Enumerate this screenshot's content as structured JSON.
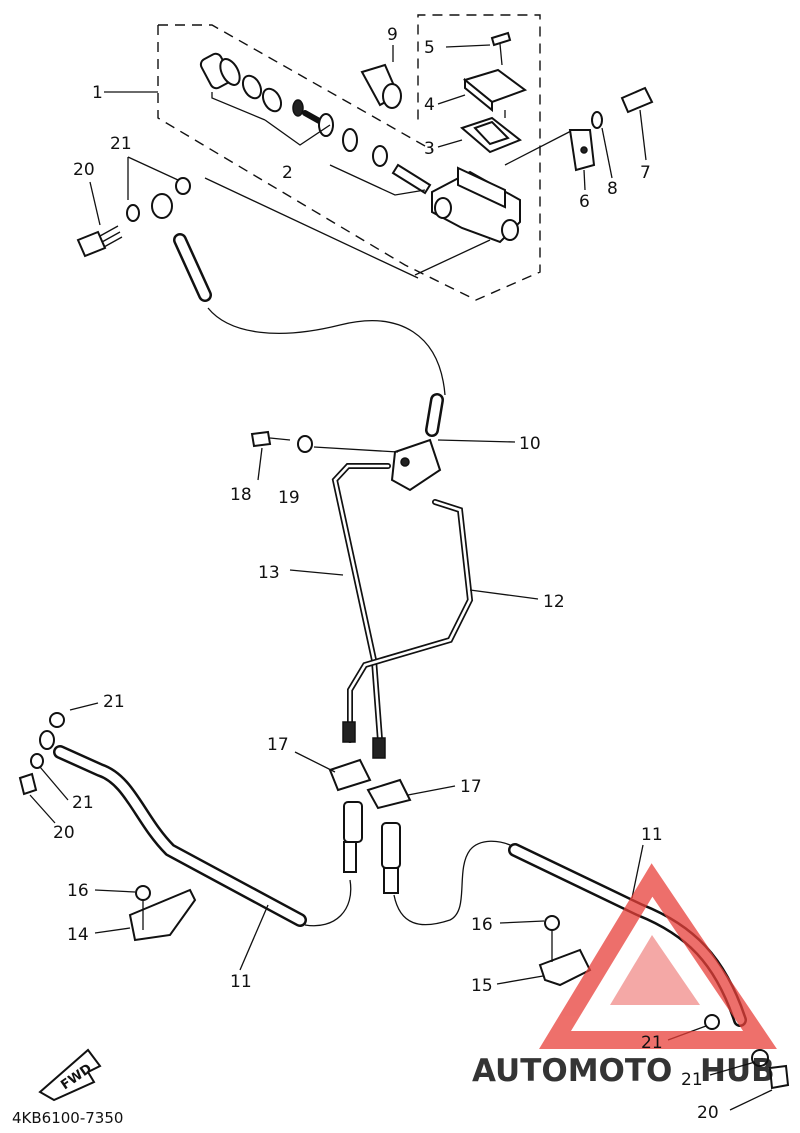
{
  "callouts": {
    "c1": "1",
    "c2": "2",
    "c3": "3",
    "c4": "4",
    "c5": "5",
    "c6": "6",
    "c7": "7",
    "c8": "8",
    "c9": "9",
    "c10": "10",
    "c11a": "11",
    "c11b": "11",
    "c12": "12",
    "c13": "13",
    "c14": "14",
    "c15": "15",
    "c16a": "16",
    "c16b": "16",
    "c17a": "17",
    "c17b": "17",
    "c18": "18",
    "c19": "19",
    "c20a": "20",
    "c20b": "20",
    "c20c": "20",
    "c21a": "21",
    "c21b": "21",
    "c21c": "21",
    "c21d": "21",
    "c21e": "21"
  },
  "fwd_label": "FWD",
  "diagram_code": "4KB6100-7350",
  "watermark": {
    "part1": "AUTOMOTO",
    "part2": "HUB",
    "color_orange": "#f5a623",
    "color_red": "#e8403a",
    "color_gray": "#9a9a9a"
  }
}
